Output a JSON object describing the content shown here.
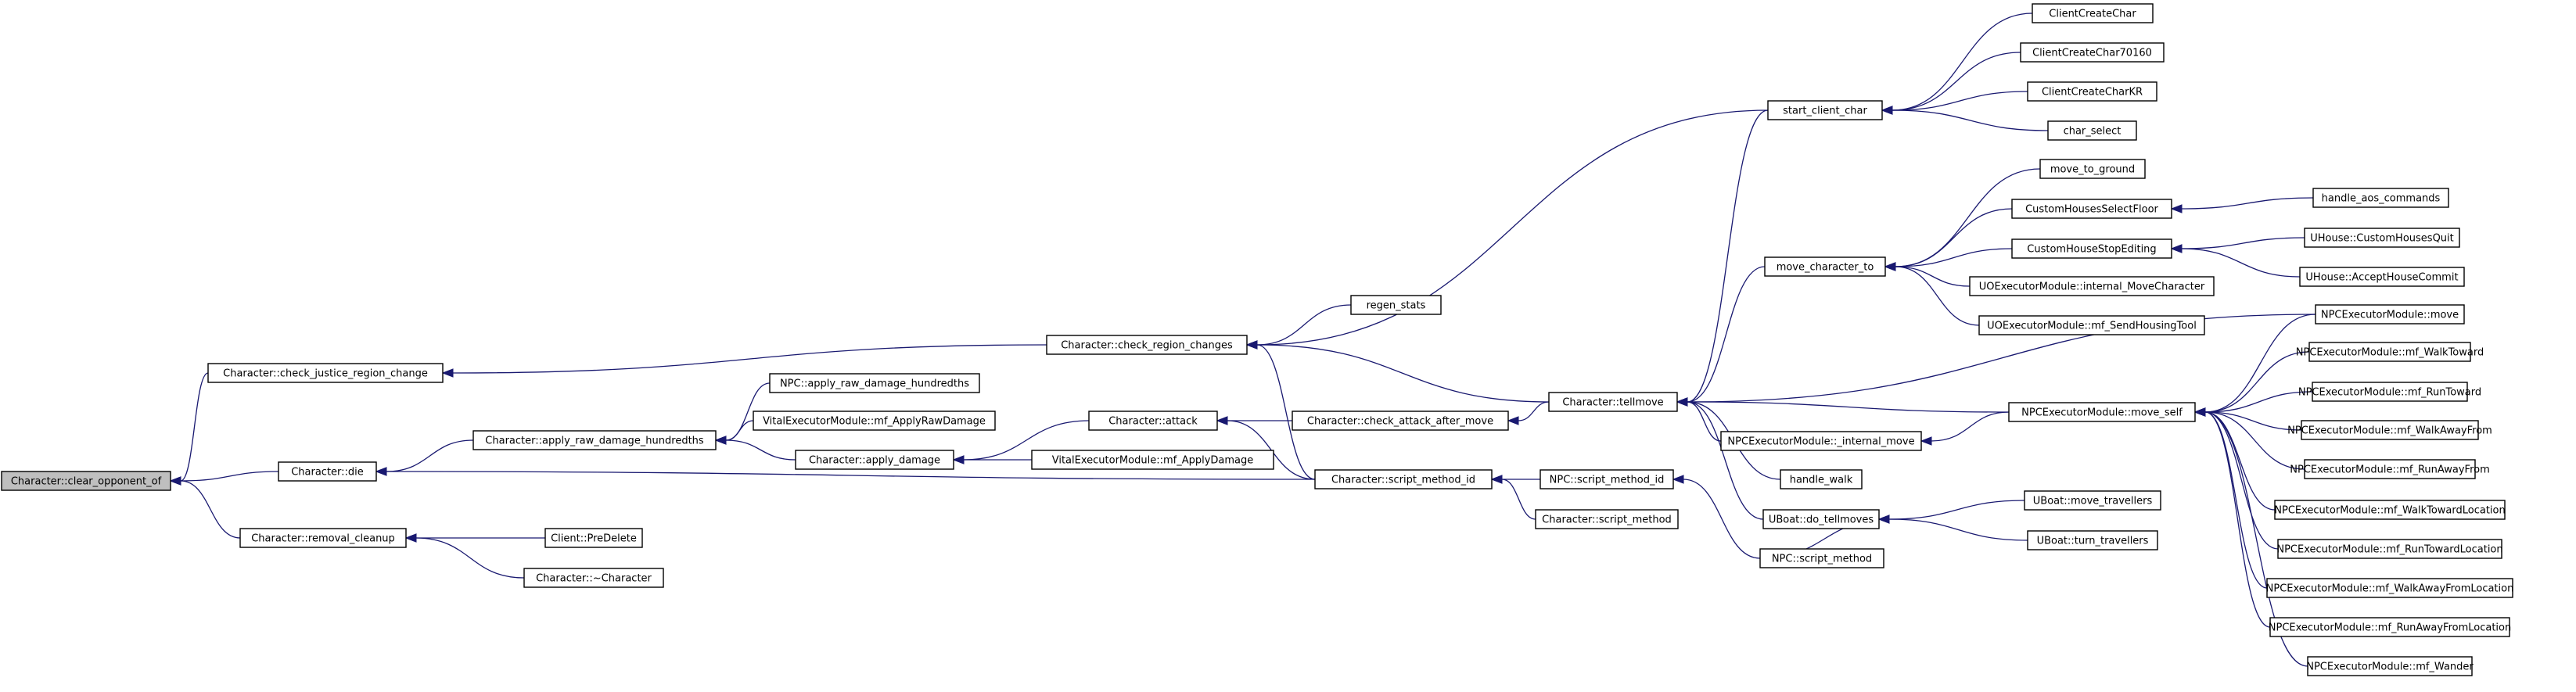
{
  "colors": {
    "edge": "#191970",
    "node_border": "#000000",
    "node_border_truncated": "#ff0000",
    "root_fill": "#bfbfbf",
    "node_fill": "#ffffff"
  },
  "nodes": {
    "clear_opponent_of": {
      "label": "Character::clear_opponent_of",
      "root": true
    },
    "check_justice_region_change": {
      "label": "Character::check_justice_region_change"
    },
    "die": {
      "label": "Character::die"
    },
    "removal_cleanup": {
      "label": "Character::removal_cleanup"
    },
    "apply_raw_damage_hundredths": {
      "label": "Character::apply_raw_damage_hundredths"
    },
    "client_predelete": {
      "label": "Client::PreDelete",
      "truncated": true
    },
    "character_destructor": {
      "label": "Character::~Character"
    },
    "npc_apply_raw_damage_hundredths": {
      "label": "NPC::apply_raw_damage_hundredths"
    },
    "vital_mf_applyrawdamage": {
      "label": "VitalExecutorModule::mf_ApplyRawDamage"
    },
    "apply_damage": {
      "label": "Character::apply_damage"
    },
    "vital_mf_applydamage": {
      "label": "VitalExecutorModule::mf_ApplyDamage"
    },
    "attack": {
      "label": "Character::attack"
    },
    "check_region_changes": {
      "label": "Character::check_region_changes"
    },
    "regen_stats": {
      "label": "regen_stats"
    },
    "check_attack_after_move": {
      "label": "Character::check_attack_after_move",
      "truncated": true
    },
    "script_method_id": {
      "label": "Character::script_method_id"
    },
    "npc_script_method_id": {
      "label": "NPC::script_method_id"
    },
    "character_script_method": {
      "label": "Character::script_method"
    },
    "npc_script_method": {
      "label": "NPC::script_method"
    },
    "tellmove": {
      "label": "Character::tellmove"
    },
    "start_client_char": {
      "label": "start_client_char"
    },
    "client_create_char": {
      "label": "ClientCreateChar"
    },
    "client_create_char_70160": {
      "label": "ClientCreateChar70160"
    },
    "client_create_char_kr": {
      "label": "ClientCreateCharKR"
    },
    "char_select": {
      "label": "char_select"
    },
    "move_character_to": {
      "label": "move_character_to"
    },
    "move_to_ground": {
      "label": "move_to_ground"
    },
    "custom_houses_select_floor": {
      "label": "CustomHousesSelectFloor"
    },
    "handle_aos_commands": {
      "label": "handle_aos_commands"
    },
    "custom_house_stop_editing": {
      "label": "CustomHouseStopEditing",
      "truncated": true
    },
    "uhouse_custom_houses_quit": {
      "label": "UHouse::CustomHousesQuit",
      "truncated": true
    },
    "uhouse_accept_house_commit": {
      "label": "UHouse::AcceptHouseCommit",
      "truncated": true
    },
    "uo_internal_move_character": {
      "label": "UOExecutorModule::internal_MoveCharacter",
      "truncated": true
    },
    "uo_mf_send_housing_tool": {
      "label": "UOExecutorModule::mf_SendHousingTool"
    },
    "npc_internal_move": {
      "label": "NPCExecutorModule::_internal_move"
    },
    "handle_walk": {
      "label": "handle_walk"
    },
    "uboat_do_tellmoves": {
      "label": "UBoat::do_tellmoves"
    },
    "uboat_move_travellers": {
      "label": "UBoat::move_travellers",
      "truncated": true
    },
    "uboat_turn_travellers": {
      "label": "UBoat::turn_travellers",
      "truncated": true
    },
    "npc_move_self": {
      "label": "NPCExecutorModule::move_self"
    },
    "npc_move": {
      "label": "NPCExecutorModule::move"
    },
    "npc_mf_walktoward": {
      "label": "NPCExecutorModule::mf_WalkToward"
    },
    "npc_mf_runtoward": {
      "label": "NPCExecutorModule::mf_RunToward"
    },
    "npc_mf_walkawayfrom": {
      "label": "NPCExecutorModule::mf_WalkAwayFrom"
    },
    "npc_mf_runawayfrom": {
      "label": "NPCExecutorModule::mf_RunAwayFrom"
    },
    "npc_mf_walktowardlocation": {
      "label": "NPCExecutorModule::mf_WalkTowardLocation"
    },
    "npc_mf_runtowardlocation": {
      "label": "NPCExecutorModule::mf_RunTowardLocation"
    },
    "npc_mf_walkawayfromlocation": {
      "label": "NPCExecutorModule::mf_WalkAwayFromLocation"
    },
    "npc_mf_runawayfromlocation": {
      "label": "NPCExecutorModule::mf_RunAwayFromLocation"
    },
    "npc_mf_wander": {
      "label": "NPCExecutorModule::mf_Wander"
    }
  },
  "edges": [
    [
      "check_justice_region_change",
      "clear_opponent_of"
    ],
    [
      "die",
      "clear_opponent_of"
    ],
    [
      "removal_cleanup",
      "clear_opponent_of"
    ],
    [
      "check_region_changes",
      "check_justice_region_change"
    ],
    [
      "apply_raw_damage_hundredths",
      "die"
    ],
    [
      "script_method_id",
      "die"
    ],
    [
      "client_predelete",
      "removal_cleanup"
    ],
    [
      "character_destructor",
      "removal_cleanup"
    ],
    [
      "npc_apply_raw_damage_hundredths",
      "apply_raw_damage_hundredths"
    ],
    [
      "vital_mf_applyrawdamage",
      "apply_raw_damage_hundredths"
    ],
    [
      "apply_damage",
      "apply_raw_damage_hundredths"
    ],
    [
      "attack",
      "apply_damage"
    ],
    [
      "vital_mf_applydamage",
      "apply_damage"
    ],
    [
      "check_attack_after_move",
      "attack"
    ],
    [
      "script_method_id",
      "attack"
    ],
    [
      "regen_stats",
      "check_region_changes"
    ],
    [
      "script_method_id",
      "check_region_changes"
    ],
    [
      "tellmove",
      "check_region_changes"
    ],
    [
      "start_client_char",
      "check_region_changes"
    ],
    [
      "tellmove",
      "check_attack_after_move"
    ],
    [
      "npc_script_method_id",
      "script_method_id"
    ],
    [
      "character_script_method",
      "script_method_id"
    ],
    [
      "npc_script_method",
      "npc_script_method_id"
    ],
    [
      "start_client_char",
      "tellmove"
    ],
    [
      "move_character_to",
      "tellmove"
    ],
    [
      "npc_move",
      "tellmove"
    ],
    [
      "npc_internal_move",
      "tellmove"
    ],
    [
      "npc_move_self",
      "tellmove"
    ],
    [
      "handle_walk",
      "tellmove"
    ],
    [
      "uboat_do_tellmoves",
      "tellmove"
    ],
    [
      "client_create_char",
      "start_client_char"
    ],
    [
      "client_create_char_70160",
      "start_client_char"
    ],
    [
      "client_create_char_kr",
      "start_client_char"
    ],
    [
      "char_select",
      "start_client_char"
    ],
    [
      "move_to_ground",
      "move_character_to"
    ],
    [
      "custom_houses_select_floor",
      "move_character_to"
    ],
    [
      "custom_house_stop_editing",
      "move_character_to"
    ],
    [
      "uo_internal_move_character",
      "move_character_to"
    ],
    [
      "uo_mf_send_housing_tool",
      "move_character_to"
    ],
    [
      "handle_aos_commands",
      "custom_houses_select_floor"
    ],
    [
      "uhouse_custom_houses_quit",
      "custom_house_stop_editing"
    ],
    [
      "uhouse_accept_house_commit",
      "custom_house_stop_editing"
    ],
    [
      "npc_move_self",
      "npc_internal_move"
    ],
    [
      "uboat_move_travellers",
      "uboat_do_tellmoves"
    ],
    [
      "uboat_turn_travellers",
      "uboat_do_tellmoves"
    ],
    [
      "npc_script_method",
      "uboat_do_tellmoves"
    ],
    [
      "npc_move",
      "npc_move_self"
    ],
    [
      "npc_mf_walktoward",
      "npc_move_self"
    ],
    [
      "npc_mf_runtoward",
      "npc_move_self"
    ],
    [
      "npc_mf_walkawayfrom",
      "npc_move_self"
    ],
    [
      "npc_mf_runawayfrom",
      "npc_move_self"
    ],
    [
      "npc_mf_walktowardlocation",
      "npc_move_self"
    ],
    [
      "npc_mf_runtowardlocation",
      "npc_move_self"
    ],
    [
      "npc_mf_walkawayfromlocation",
      "npc_move_self"
    ],
    [
      "npc_mf_runawayfromlocation",
      "npc_move_self"
    ],
    [
      "npc_mf_wander",
      "npc_move_self"
    ]
  ]
}
